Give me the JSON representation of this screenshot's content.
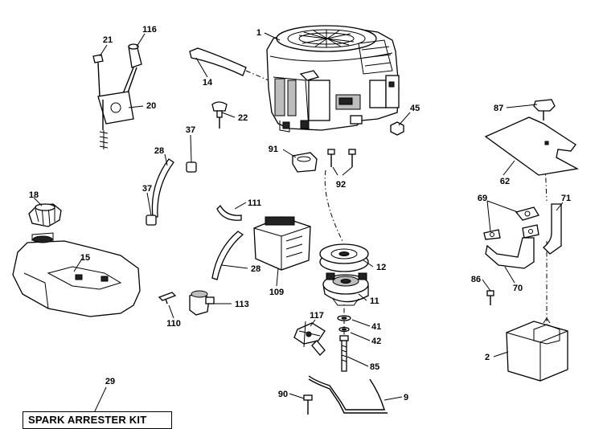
{
  "callouts": [
    "1",
    "116",
    "21",
    "20",
    "14",
    "22",
    "45",
    "87",
    "37",
    "28",
    "37",
    "91",
    "92",
    "62",
    "18",
    "15",
    "111",
    "69",
    "71",
    "12",
    "28",
    "109",
    "86",
    "70",
    "11",
    "117",
    "113",
    "110",
    "41",
    "42",
    "2",
    "85",
    "29",
    "90",
    "9"
  ],
  "kit_label": "SPARK ARRESTER KIT"
}
